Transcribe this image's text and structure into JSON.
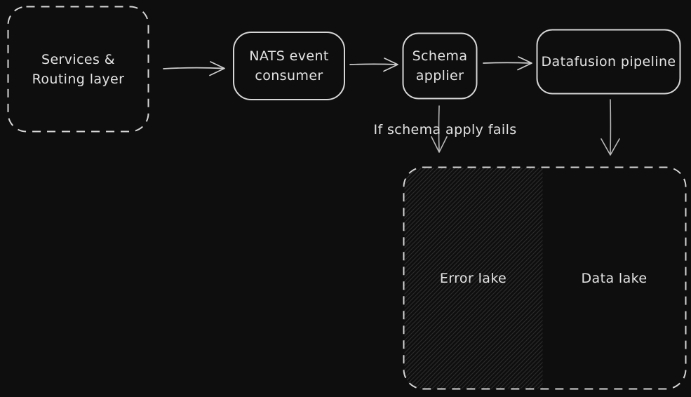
{
  "diagram": {
    "background": "#0e0e0e",
    "stroke_color": "#d6d6d6",
    "text_color": "#e4e4e4",
    "hatch_color": "#2b2b2b",
    "nodes": {
      "services_routing": {
        "label": "Services & Routing layer",
        "border": "dashed"
      },
      "nats_consumer": {
        "label": "NATS event consumer",
        "border": "solid"
      },
      "schema_applier": {
        "label": "Schema applier",
        "border": "solid"
      },
      "datafusion_pipeline": {
        "label": "Datafusion pipeline",
        "border": "solid"
      },
      "lake_container": {
        "border": "dashed"
      },
      "error_lake": {
        "label": "Error lake",
        "fill": "hatched"
      },
      "data_lake": {
        "label": "Data lake",
        "fill": "none"
      }
    },
    "annotations": {
      "schema_fail": {
        "label": "If schema apply fails"
      }
    },
    "edges": [
      {
        "from": "services_routing",
        "to": "nats_consumer"
      },
      {
        "from": "nats_consumer",
        "to": "schema_applier"
      },
      {
        "from": "schema_applier",
        "to": "datafusion_pipeline"
      },
      {
        "from": "schema_applier",
        "to": "error_lake",
        "label": "If schema apply fails"
      },
      {
        "from": "datafusion_pipeline",
        "to": "data_lake"
      }
    ]
  }
}
